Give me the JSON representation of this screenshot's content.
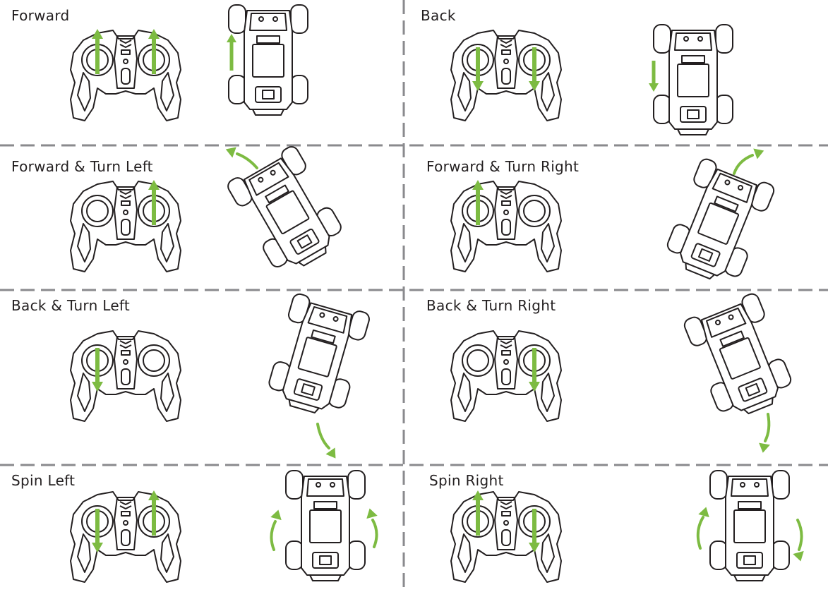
{
  "colors": {
    "arrow": "#7dbb42",
    "line": "#231f20",
    "divider": "#8a8a8d"
  },
  "panels": [
    {
      "id": "forward",
      "title": "Forward",
      "left_stick": "up",
      "right_stick": "up",
      "car_motion": "forward"
    },
    {
      "id": "back",
      "title": "Back",
      "left_stick": "down",
      "right_stick": "down",
      "car_motion": "back"
    },
    {
      "id": "forward-turn-left",
      "title": "Forward & Turn Left",
      "left_stick": "none",
      "right_stick": "up",
      "car_motion": "forward-left"
    },
    {
      "id": "forward-turn-right",
      "title": "Forward & Turn Right",
      "left_stick": "up",
      "right_stick": "none",
      "car_motion": "forward-right"
    },
    {
      "id": "back-turn-left",
      "title": "Back & Turn Left",
      "left_stick": "down",
      "right_stick": "none",
      "car_motion": "back-left"
    },
    {
      "id": "back-turn-right",
      "title": "Back & Turn Right",
      "left_stick": "none",
      "right_stick": "down",
      "car_motion": "back-right"
    },
    {
      "id": "spin-left",
      "title": "Spin Left",
      "left_stick": "down",
      "right_stick": "up",
      "car_motion": "spin-left"
    },
    {
      "id": "spin-right",
      "title": "Spin Right",
      "left_stick": "up",
      "right_stick": "down",
      "car_motion": "spin-right"
    }
  ]
}
